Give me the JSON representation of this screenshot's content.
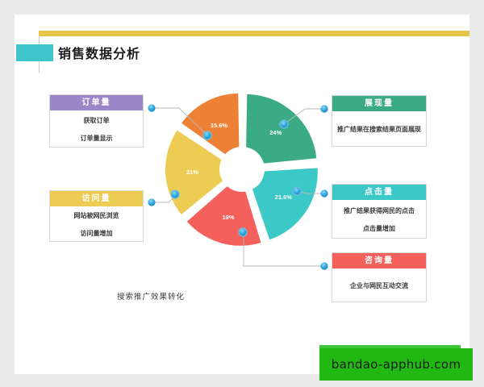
{
  "header": {
    "title": "销售数据分析",
    "rule_color": "#e5c64a",
    "square_color": "#3fc6cd"
  },
  "caption": "搜索推广效果转化",
  "watermark": {
    "text": "bandao-apphub.com",
    "bg_color": "#22b814"
  },
  "callouts": [
    {
      "key": "order",
      "title": "订单量",
      "body_lines": [
        "获取订单",
        "订单量显示"
      ],
      "color": "#9b86c8"
    },
    {
      "key": "visits",
      "title": "访问量",
      "body_lines": [
        "网站被网民浏览",
        "访问量增加"
      ],
      "color": "#edcc54"
    },
    {
      "key": "impression",
      "title": "展现量",
      "body_lines": [
        "推广结果在搜索结果页面展现"
      ],
      "color": "#3aab84"
    },
    {
      "key": "clicks",
      "title": "点击量",
      "body_lines": [
        "推广结果获得网民的点击",
        "点击量增加"
      ],
      "color": "#3cc8c6"
    },
    {
      "key": "inquiry",
      "title": "咨询量",
      "body_lines": [
        "企业与网民互动交流"
      ],
      "color": "#f4605c"
    }
  ],
  "chart_data": {
    "type": "pie",
    "title": "搜索推广效果转化",
    "donut": true,
    "exploded": true,
    "categories": [
      "展现量",
      "点击量",
      "咨询量",
      "订单量",
      "访问量"
    ],
    "values": [
      24,
      21.6,
      19,
      21,
      15.6
    ],
    "labels": [
      "24%",
      "21.6%",
      "19%",
      "21%",
      "15.6%"
    ],
    "colors": [
      "#3aab84",
      "#3cc8c6",
      "#f4605c",
      "#edcc54",
      "#ed8135"
    ],
    "legend": "none",
    "grid": false,
    "marker_color": "#2fa8e0"
  }
}
